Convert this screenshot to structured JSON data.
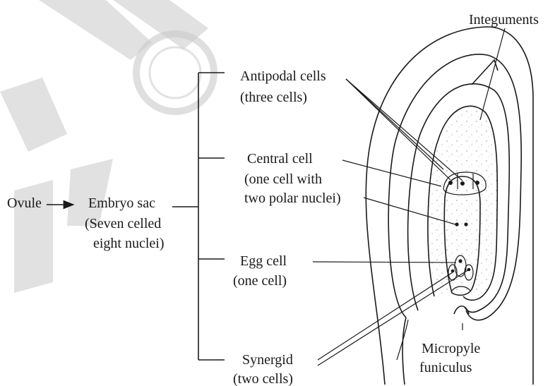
{
  "labels": {
    "integuments": "Integuments",
    "antipodal_1": "Antipodal cells",
    "antipodal_2": "(three cells)",
    "central_1": "Central cell",
    "central_2": "(one cell with",
    "central_3": "two polar nuclei)",
    "ovule": "Ovule",
    "embryo_1": "Embryo sac",
    "embryo_2": "(Seven celled",
    "embryo_3": "eight nuclei)",
    "egg_1": "Egg cell",
    "egg_2": "(one cell)",
    "synergid_1": "Synergid",
    "synergid_2": "(two cells)",
    "micropyle": "Micropyle",
    "funiculus": "funiculus"
  },
  "colors": {
    "ink": "#1a1a1a",
    "watermark": "#c9c9c9",
    "background": "#ffffff"
  },
  "icons": {
    "arrow": "arrow-right-icon",
    "watermark": "laurel-medal-watermark"
  }
}
